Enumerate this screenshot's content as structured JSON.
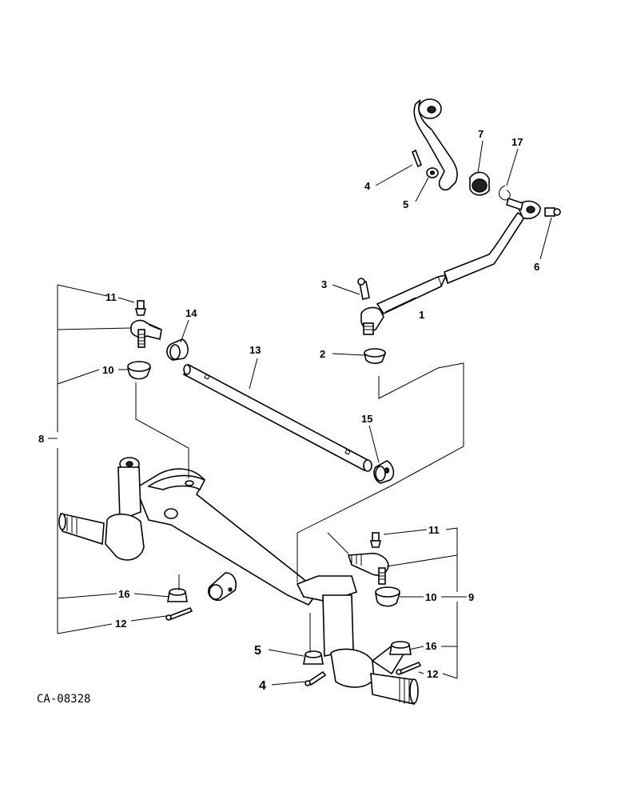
{
  "drawing_ref": "CA-08328",
  "callouts": [
    {
      "id": "c1",
      "text": "1"
    },
    {
      "id": "c2",
      "text": "2"
    },
    {
      "id": "c3",
      "text": "3"
    },
    {
      "id": "c4a",
      "text": "4"
    },
    {
      "id": "c4b",
      "text": "4"
    },
    {
      "id": "c5a",
      "text": "5"
    },
    {
      "id": "c5b",
      "text": "5"
    },
    {
      "id": "c6",
      "text": "6"
    },
    {
      "id": "c7",
      "text": "7"
    },
    {
      "id": "c8",
      "text": "8"
    },
    {
      "id": "c9",
      "text": "9"
    },
    {
      "id": "c10a",
      "text": "10"
    },
    {
      "id": "c10b",
      "text": "10"
    },
    {
      "id": "c11a",
      "text": "11"
    },
    {
      "id": "c11b",
      "text": "11"
    },
    {
      "id": "c12a",
      "text": "12"
    },
    {
      "id": "c12b",
      "text": "12"
    },
    {
      "id": "c13",
      "text": "13"
    },
    {
      "id": "c14",
      "text": "14"
    },
    {
      "id": "c15",
      "text": "15"
    },
    {
      "id": "c16a",
      "text": "16"
    },
    {
      "id": "c16b",
      "text": "16"
    },
    {
      "id": "c17",
      "text": "17"
    }
  ]
}
